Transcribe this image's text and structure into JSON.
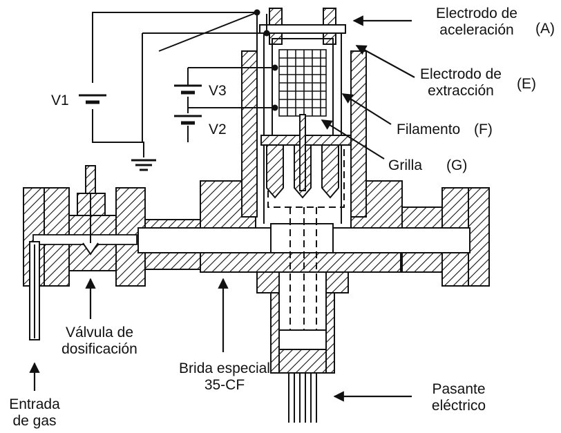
{
  "labels": {
    "acceleration_electrode": [
      "Electrodo de",
      "aceleración"
    ],
    "acceleration_tag": "(A)",
    "extraction_electrode": [
      "Electrodo de",
      "extracción"
    ],
    "extraction_tag": "(E)",
    "filament": "Filamento",
    "filament_tag": "(F)",
    "grid": "Grilla",
    "grid_tag": "(G)",
    "v1": "V1",
    "v2": "V2",
    "v3": "V3",
    "valve": [
      "Válvula de",
      "dosificación"
    ],
    "flange": [
      "Brida especial",
      "35-CF"
    ],
    "gas_inlet": [
      "Entrada",
      "de gas"
    ],
    "feedthrough": [
      "Pasante",
      "eléctrico"
    ]
  },
  "colors": {
    "ink": "#111111",
    "background": "#ffffff"
  }
}
